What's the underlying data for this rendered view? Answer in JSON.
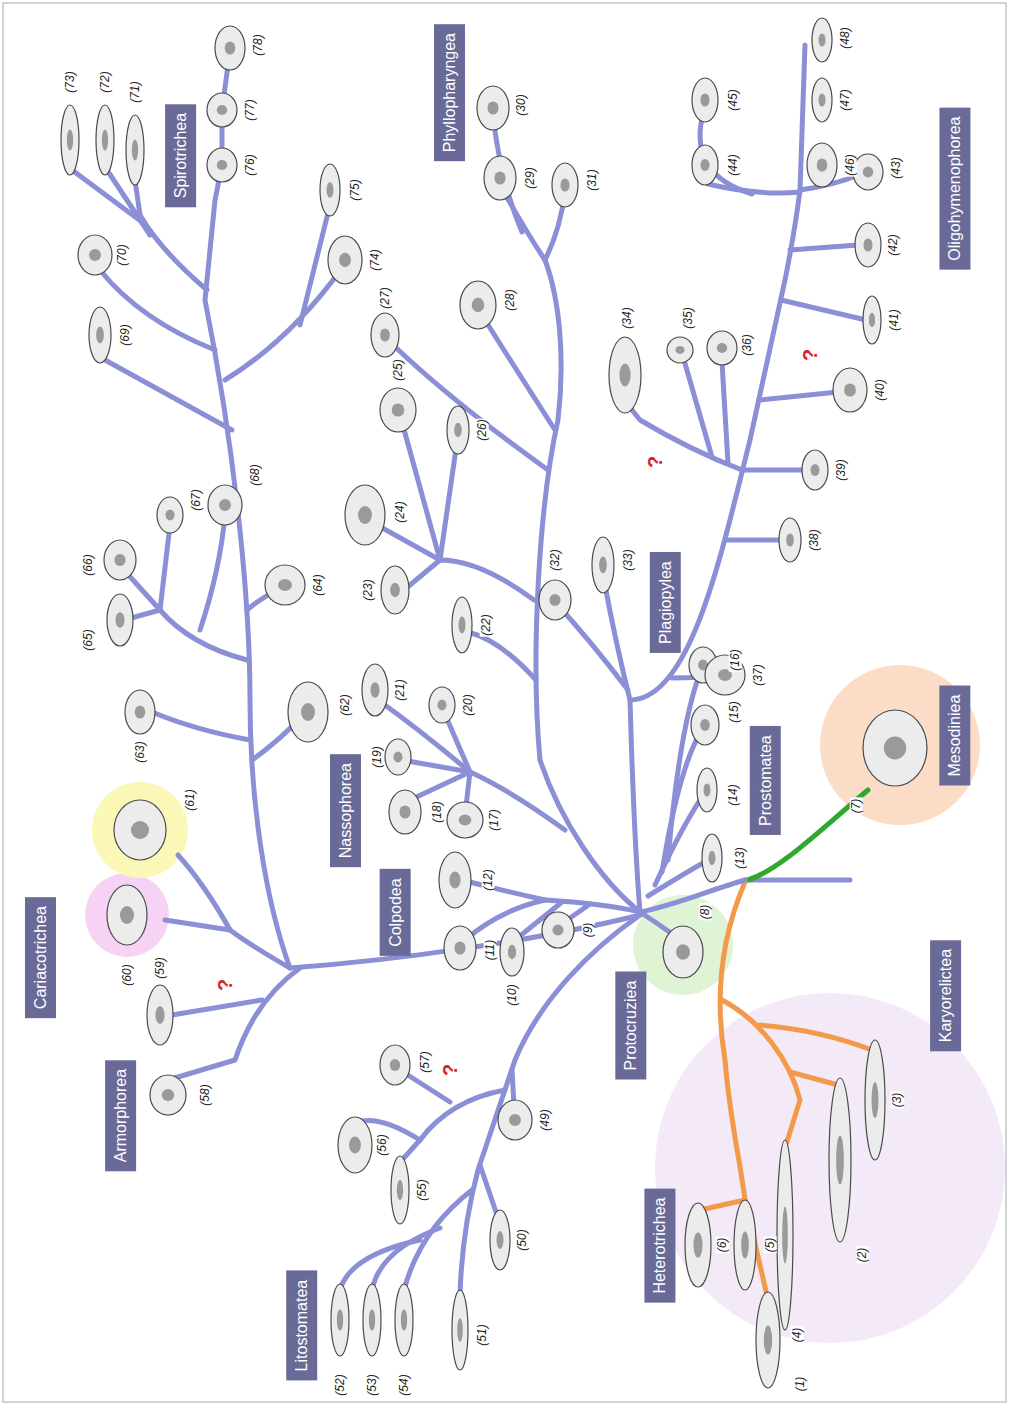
{
  "diagram": {
    "nodes": [
      {
        "text": [
          "Phyllopharyngea"
        ]
      },
      {
        "text": [
          "Spirotrichea"
        ]
      },
      {
        "text": [
          "Oligohymenophorea"
        ]
      },
      {
        "text": [
          "Plagiopylea"
        ]
      },
      {
        "text": [
          "Mesodiniea"
        ]
      },
      {
        "text": [
          "Prostomatea"
        ]
      },
      {
        "text": [
          "Nassophorea"
        ]
      },
      {
        "text": [
          "Cariacotrichea"
        ]
      },
      {
        "text": [
          "Colpodea"
        ]
      },
      {
        "text": [
          "Karyorelictea"
        ]
      },
      {
        "text": [
          "Protocruziea"
        ]
      },
      {
        "text": [
          "Armorphorea"
        ]
      },
      {
        "text": [
          "Heterotrichea"
        ]
      },
      {
        "text": [
          "Litostomatea"
        ]
      }
    ],
    "labels": [
      "(1)",
      "(2)",
      "(3)",
      "(4)",
      "(5)",
      "(6)",
      "(7)",
      "(8)",
      "(9)",
      "(10)",
      "(11)",
      "(12)",
      "(13)",
      "(14)",
      "(15)",
      "(16)",
      "(17)",
      "(18)",
      "(19)",
      "(20)",
      "(21)",
      "(22)",
      "(23)",
      "(24)",
      "(25)",
      "(26)",
      "(27)",
      "(28)",
      "(29)",
      "(30)",
      "(31)",
      "(32)",
      "(33)",
      "(34)",
      "(35)",
      "(36)",
      "(37)",
      "(38)",
      "(39)",
      "(40)",
      "(41)",
      "(42)",
      "(43)",
      "(44)",
      "(45)",
      "(46)",
      "(47)",
      "(48)",
      "(49)",
      "(50)",
      "(51)",
      "(52)",
      "(53)",
      "(54)",
      "(55)",
      "(56)",
      "(57)",
      "(58)",
      "(59)",
      "(60)",
      "(61)",
      "(62)",
      "(63)",
      "(64)",
      "(65)",
      "(66)",
      "(67)",
      "(68)",
      "(69)",
      "(70)",
      "(71)",
      "(72)",
      "(73)",
      "(74)",
      "(75)",
      "(76)",
      "(77)",
      "(78)",
      "?",
      "?",
      "?",
      "?"
    ]
  }
}
